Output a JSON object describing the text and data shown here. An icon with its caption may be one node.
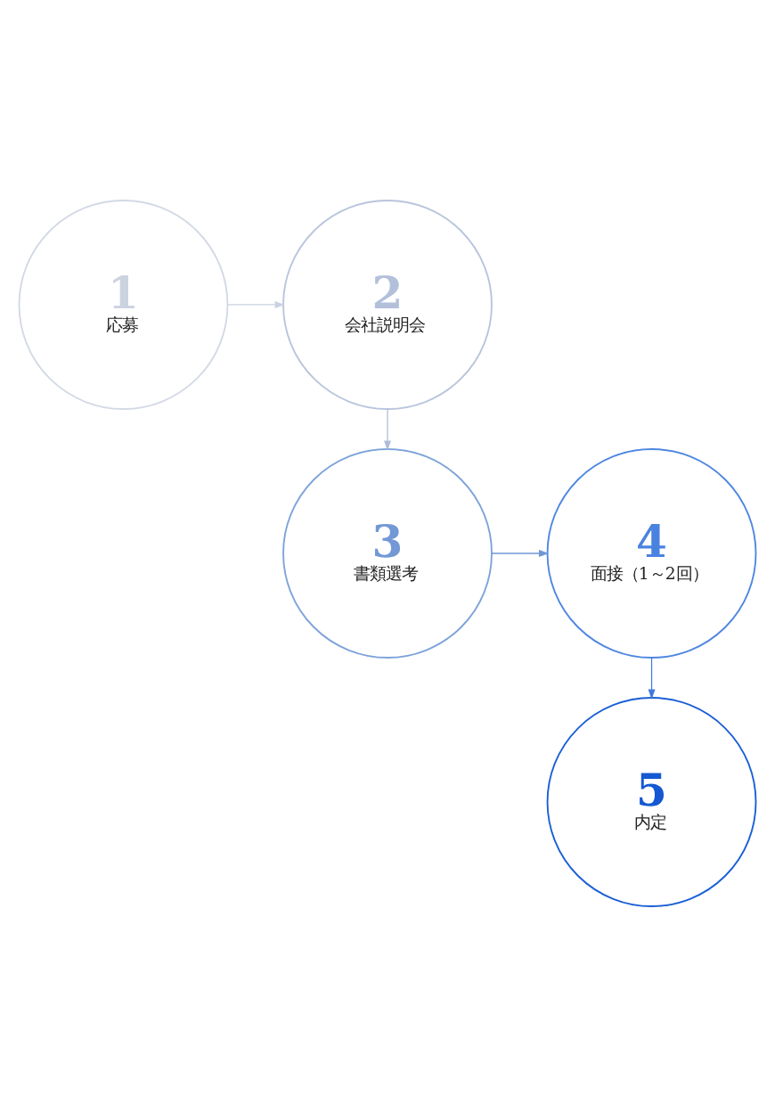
{
  "diagram": {
    "nodes": [
      {
        "text": [
          "1",
          "応募"
        ]
      },
      {
        "text": [
          "2",
          "会社説明会"
        ]
      },
      {
        "text": [
          "3",
          "書類選考"
        ]
      },
      {
        "text": [
          "4",
          "面接（1～2回）"
        ]
      },
      {
        "text": [
          "5",
          "内定"
        ]
      }
    ],
    "edges": [
      {
        "from": 0,
        "to": 1,
        "arrow": "to",
        "color": "#c9d2e2"
      },
      {
        "from": 1,
        "to": 2,
        "arrow": "to",
        "color": "#aebcd6"
      },
      {
        "from": 2,
        "to": 3,
        "arrow": "to",
        "color": "#6f97d6"
      },
      {
        "from": 3,
        "to": 4,
        "arrow": "to",
        "color": "#3f7bdc"
      }
    ]
  }
}
